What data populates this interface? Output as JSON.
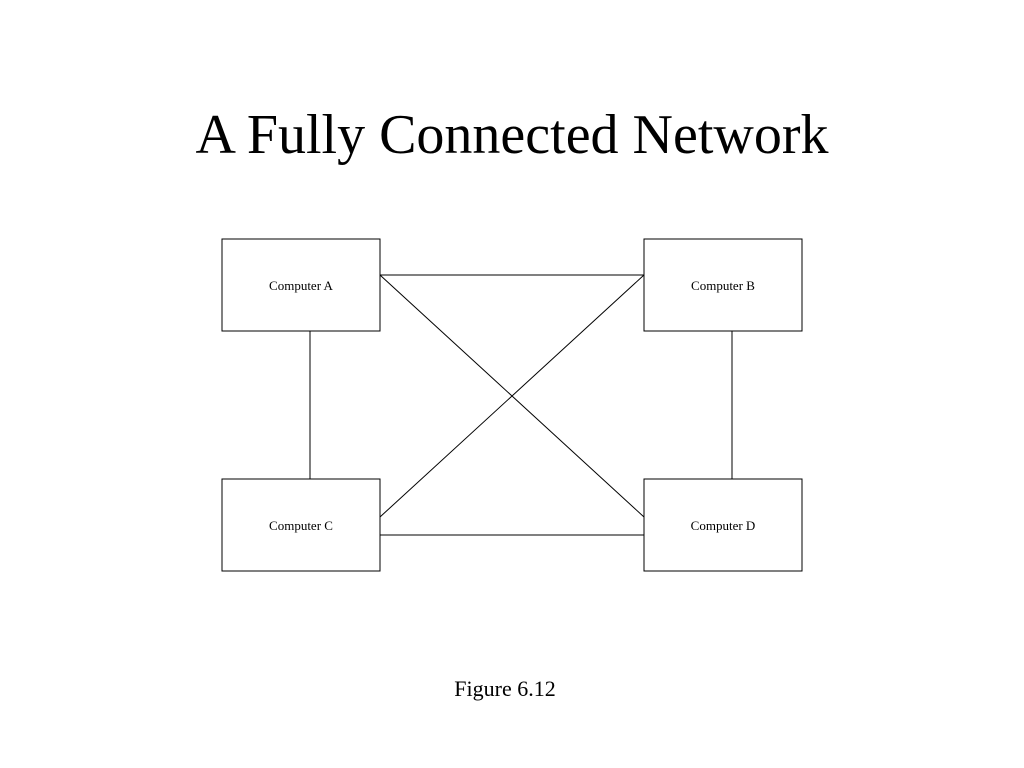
{
  "slide": {
    "title": "A Fully Connected Network",
    "caption": "Figure 6.12"
  },
  "diagram": {
    "nodes": [
      {
        "id": "a",
        "label": "Computer A"
      },
      {
        "id": "b",
        "label": "Computer B"
      },
      {
        "id": "c",
        "label": "Computer C"
      },
      {
        "id": "d",
        "label": "Computer D"
      }
    ],
    "links": [
      [
        "a",
        "b"
      ],
      [
        "a",
        "c"
      ],
      [
        "a",
        "d"
      ],
      [
        "b",
        "c"
      ],
      [
        "b",
        "d"
      ],
      [
        "c",
        "d"
      ]
    ]
  }
}
